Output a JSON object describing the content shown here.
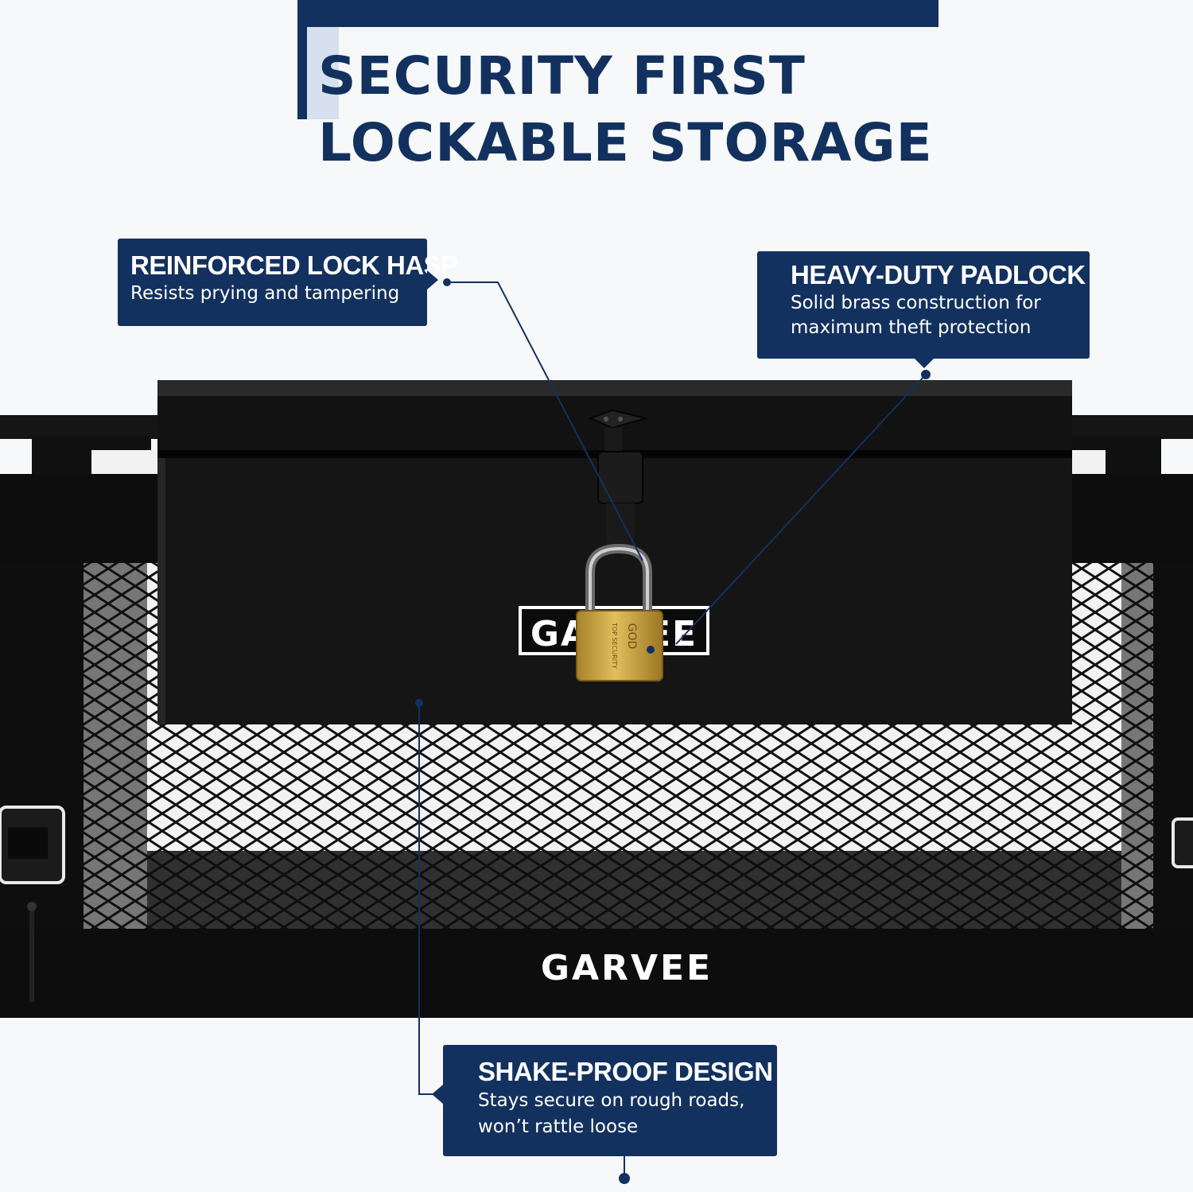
{
  "headline": {
    "line1": "SECURITY FIRST",
    "line2": "LOCKABLE STORAGE"
  },
  "product": {
    "brand_lid": "GARVEE",
    "brand_frame": "GARVEE",
    "padlock_text": "GOD",
    "padlock_subtext": "TOP SECURITY",
    "colors": {
      "box": "#141414",
      "frame": "#0c0c0c",
      "brass": "#c9a23a",
      "navy": "#13315f"
    }
  },
  "callouts": {
    "hasp": {
      "title": "REINFORCED LOCK HASP",
      "text": "Resists prying and tampering"
    },
    "padlock": {
      "title": "HEAVY-DUTY PADLOCK",
      "text_line1": "Solid brass construction for",
      "text_line2": "maximum theft protection"
    },
    "shake": {
      "title": "SHAKE-PROOF DESIGN",
      "text_line1": "Stays secure on rough roads,",
      "text_line2": "won’t rattle loose"
    }
  }
}
